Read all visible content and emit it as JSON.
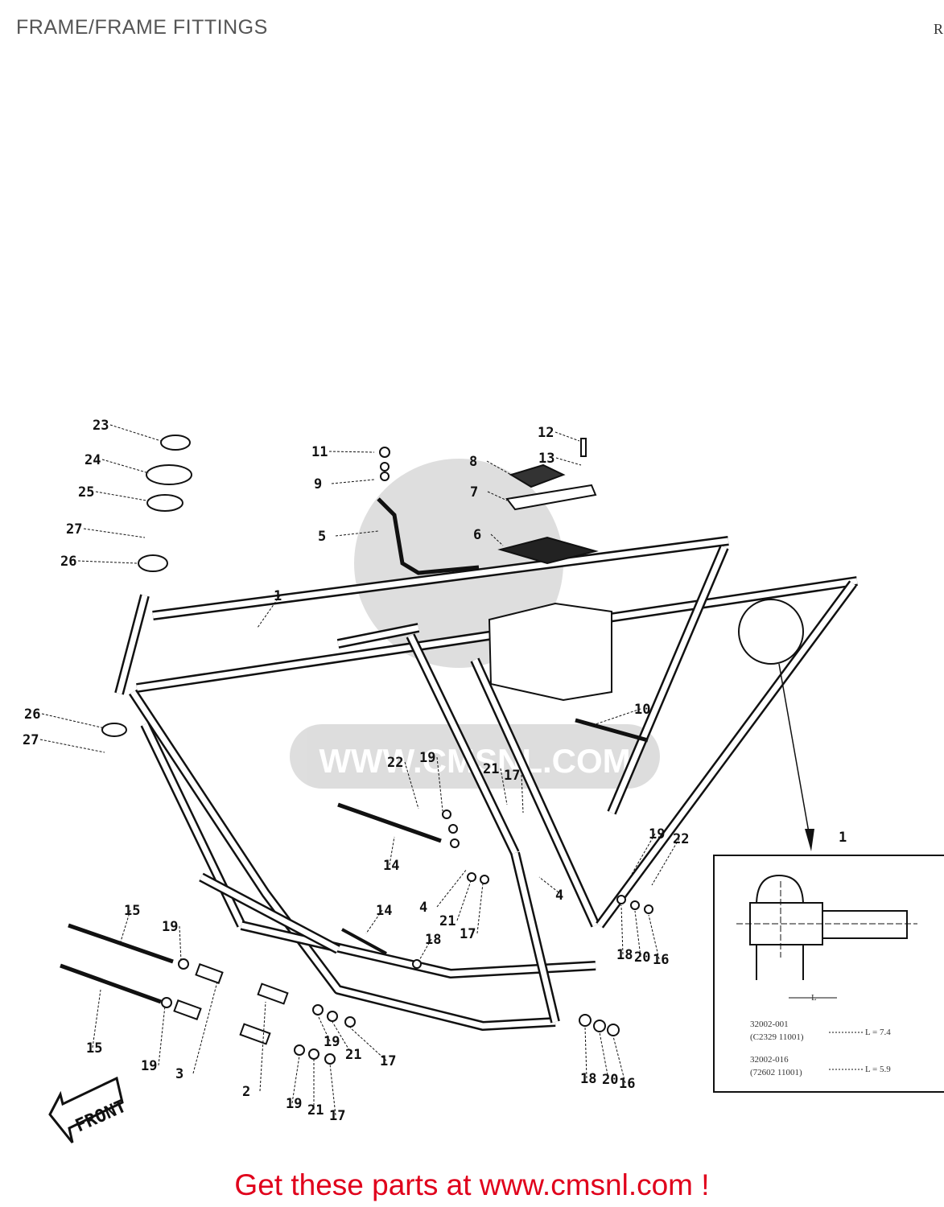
{
  "header": {
    "title": "FRAME/FRAME FITTINGS",
    "corner_text": "R"
  },
  "diagram": {
    "callouts": [
      "23",
      "24",
      "25",
      "27",
      "26",
      "11",
      "9",
      "5",
      "12",
      "13",
      "8",
      "7",
      "6",
      "1",
      "26",
      "27",
      "10",
      "22",
      "19",
      "21",
      "17",
      "19",
      "22",
      "14",
      "4",
      "21",
      "17",
      "18",
      "4",
      "14",
      "15",
      "19",
      "18",
      "20",
      "16",
      "15",
      "19",
      "3",
      "2",
      "19",
      "21",
      "17",
      "19",
      "21",
      "17",
      "18",
      "20",
      "16",
      "1"
    ],
    "front_label": "FRONT",
    "watermark": "WWW.CMSNL.COM",
    "inset": {
      "line1a": "32002-001",
      "line1b": "(C2329 11001)",
      "value1": "L = 7.4",
      "line2a": "32002-016",
      "line2b": "(72602 11001)",
      "value2": "L = 5.9",
      "dim_label": "L"
    }
  },
  "footer": {
    "text": "Get these parts at www.cmsnl.com !",
    "color": "#e0001b"
  }
}
